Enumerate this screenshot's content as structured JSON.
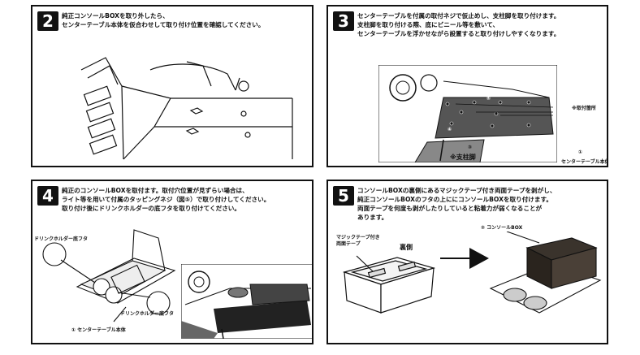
{
  "steps": [
    {
      "number": "2",
      "lines": [
        "純正コンソールBOXを取り外したら、",
        "センターテーブル本体を仮合わせして取り付け位置を確認してください。"
      ]
    },
    {
      "number": "3",
      "lines": [
        "センターテーブルを付属の取付ネジで仮止めし、支柱脚を取り付けます。",
        "支柱脚を取り付ける際、底にビニール等を敷いて、",
        "センターテーブルを浮かせながら設置すると取り付けしやすくなります。"
      ],
      "labels": {
        "mount_points": "※取付箇所",
        "center_table_num": "①",
        "center_table": "センターテーブル本体",
        "leg_num": "③",
        "leg": "※支柱脚",
        "screw5": "⑤",
        "screw4": "④"
      }
    },
    {
      "number": "4",
      "lines": [
        "純正のコンソールBOXを取付ます。取付穴位置が見ずらい場合は、",
        "ライト等を用いて付属のタッピングネジ（図⑤）で取り付けしてください。",
        "取り付け後にドリンクホルダーの底フタを取り付けてください。"
      ],
      "labels": {
        "drink_lid_1": "ドリンクホルダー底フタ",
        "drink_lid_2": "ドリンクホルダー底フタ",
        "center_table": "① センターテーブル本体"
      }
    },
    {
      "number": "5",
      "lines": [
        "コンソールBOXの裏側にあるマジックテープ付き両面テープを剥がし、",
        "純正コンソールBOXのフタの上ににコンソールBOXを取り付けます。",
        "両面テープを何度も剥がしたりしていると粘着力が弱くなることが",
        "あります。"
      ],
      "labels": {
        "tape_1": "マジックテープ付き",
        "tape_2": "両面テープ",
        "back_side": "裏側",
        "console_box": "② コンソールBOX"
      }
    }
  ]
}
